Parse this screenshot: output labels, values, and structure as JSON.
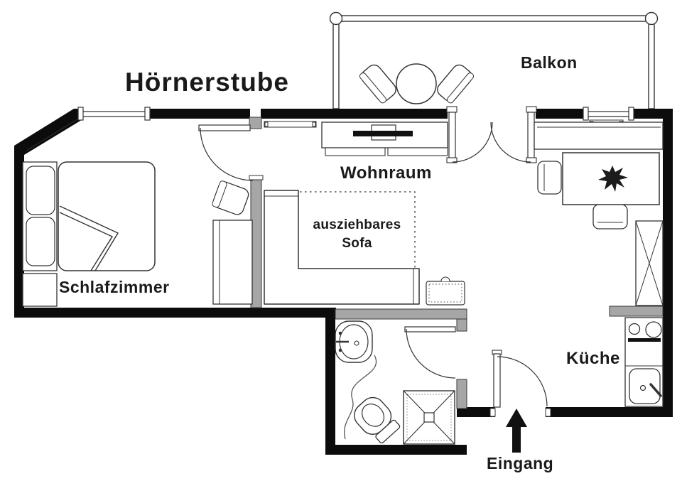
{
  "labels": {
    "title": "Hörnerstube",
    "balcony": "Balkon",
    "living_room": "Wohnraum",
    "sofa_note_line1": "ausziehbares",
    "sofa_note_line2": "Sofa",
    "bedroom": "Schlafzimmer",
    "kitchen": "Küche",
    "entrance": "Eingang"
  },
  "colors": {
    "background": "#ffffff",
    "wall": "#0c0c0c",
    "partition_gray": "#a6a6a6",
    "line": "#333333",
    "text": "#1a1a1a"
  },
  "furniture": [
    "balcony-railing",
    "balcony-table",
    "balcony-chair",
    "french-balcony-door",
    "tv-lowboard",
    "tv",
    "sideboard",
    "dining-table",
    "plant",
    "dining-chair",
    "tall-cabinet",
    "kitchen-counter",
    "stove",
    "kitchen-sink",
    "kitchen-faucet",
    "bed",
    "pillow",
    "headboard-shelf",
    "bedside-cabinet",
    "blanket-fold",
    "desk",
    "desk-chair",
    "corner-sofa",
    "pullout-sofa-outline",
    "ottoman",
    "bathroom-sink",
    "vanity-counter",
    "toilet",
    "shower",
    "radiator",
    "window",
    "door-swing",
    "entrance-arrow"
  ]
}
